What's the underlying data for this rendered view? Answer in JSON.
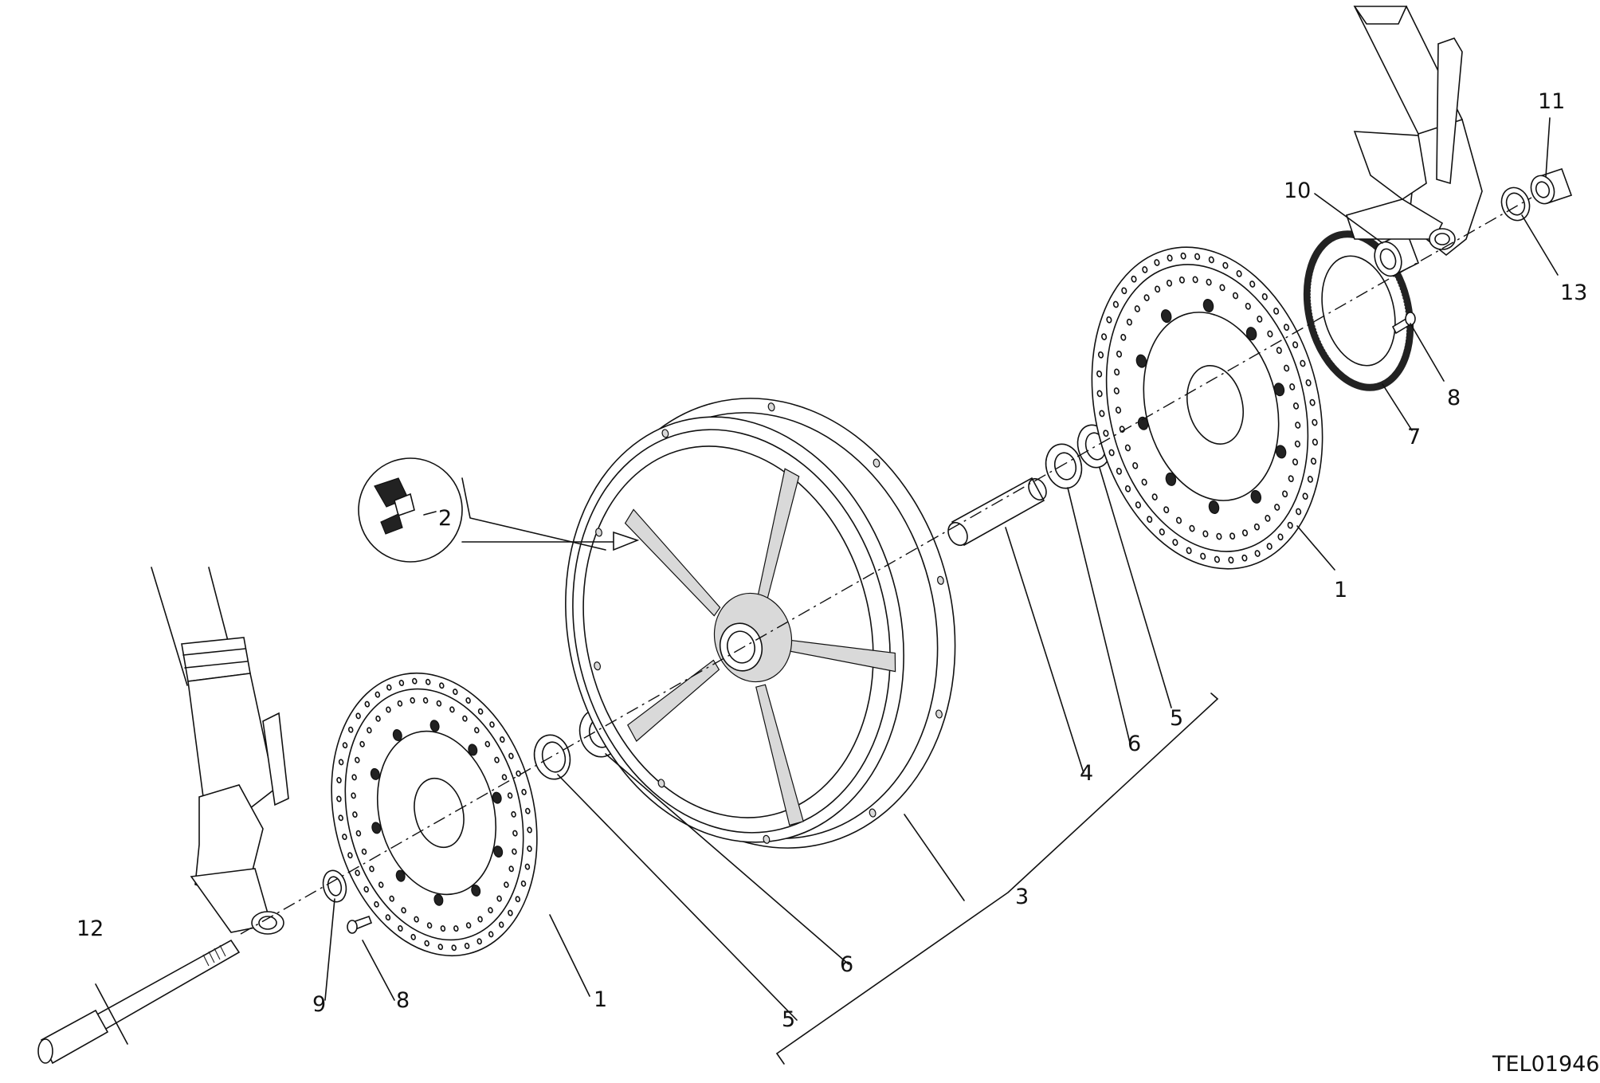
{
  "diagram": {
    "reference_code": "TEL01946",
    "callouts": {
      "c1a": "1",
      "c1b": "1",
      "c2": "2",
      "c3": "3",
      "c4": "4",
      "c5a": "5",
      "c5b": "5",
      "c6a": "6",
      "c6b": "6",
      "c7": "7",
      "c8a": "8",
      "c8b": "8",
      "c9": "9",
      "c10": "10",
      "c11": "11",
      "c12": "12",
      "c13": "13"
    }
  }
}
